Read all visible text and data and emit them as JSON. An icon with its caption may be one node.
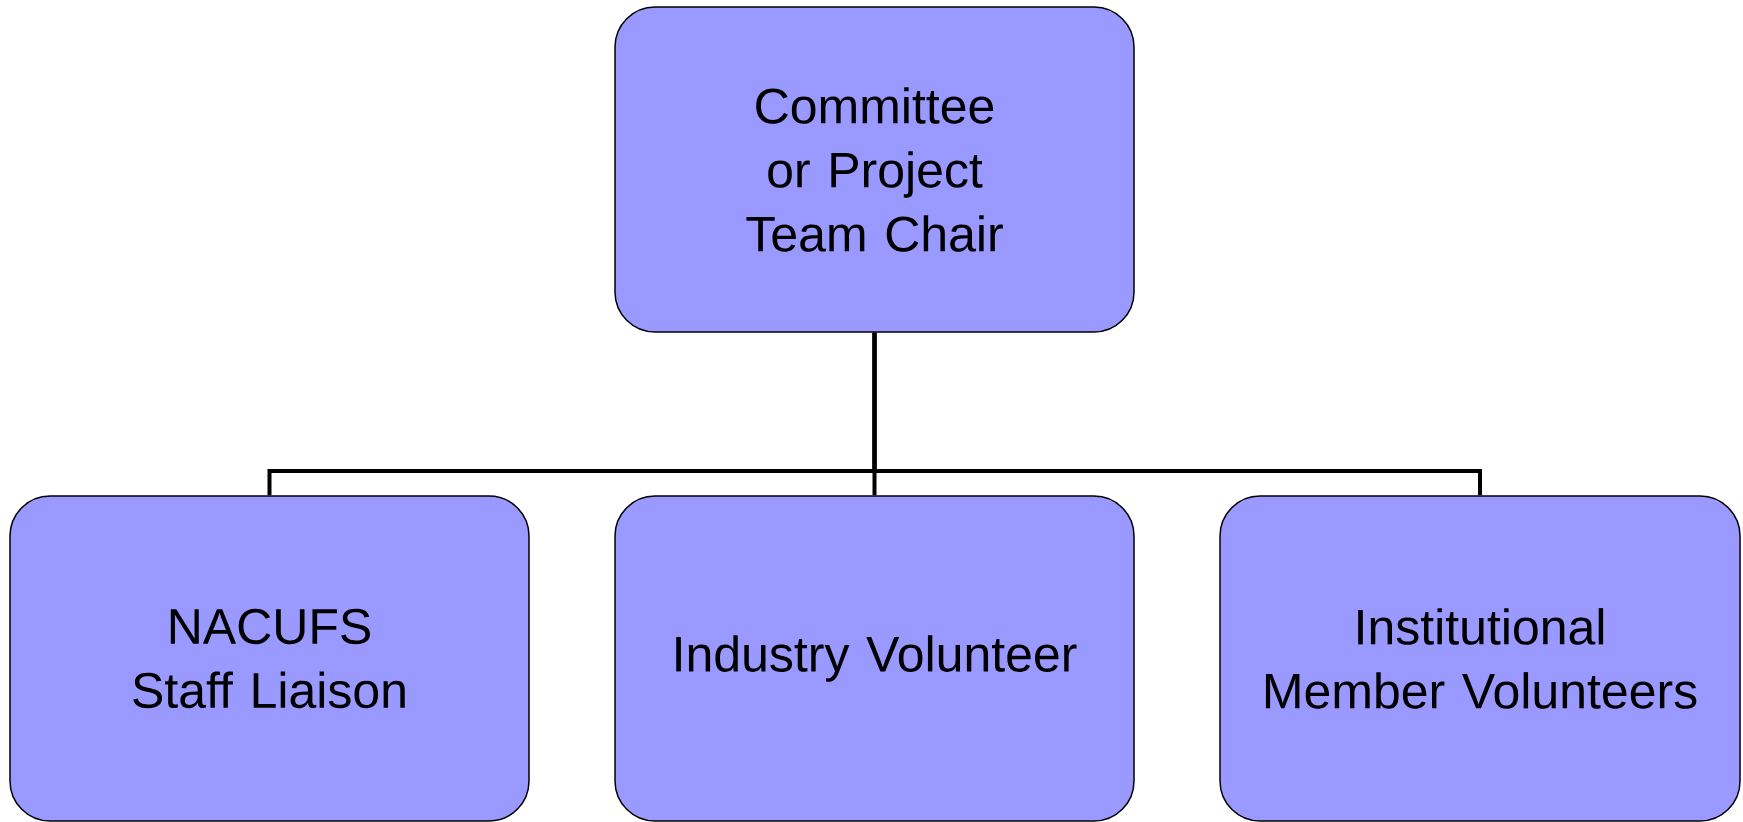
{
  "diagram": {
    "nodes": [
      {
        "text": [
          "Committee or Project Team Chair"
        ]
      },
      {
        "text": [
          "NACUFS Staff Liaison"
        ]
      },
      {
        "text": [
          "Industry Volunteer"
        ]
      },
      {
        "text": [
          "Institutional Member Volunteers"
        ]
      }
    ],
    "edges": [
      {
        "from": 0,
        "to": 1,
        "arrow": "none"
      },
      {
        "from": 0,
        "to": 2,
        "arrow": "none"
      },
      {
        "from": 0,
        "to": 3,
        "arrow": "none"
      }
    ]
  }
}
